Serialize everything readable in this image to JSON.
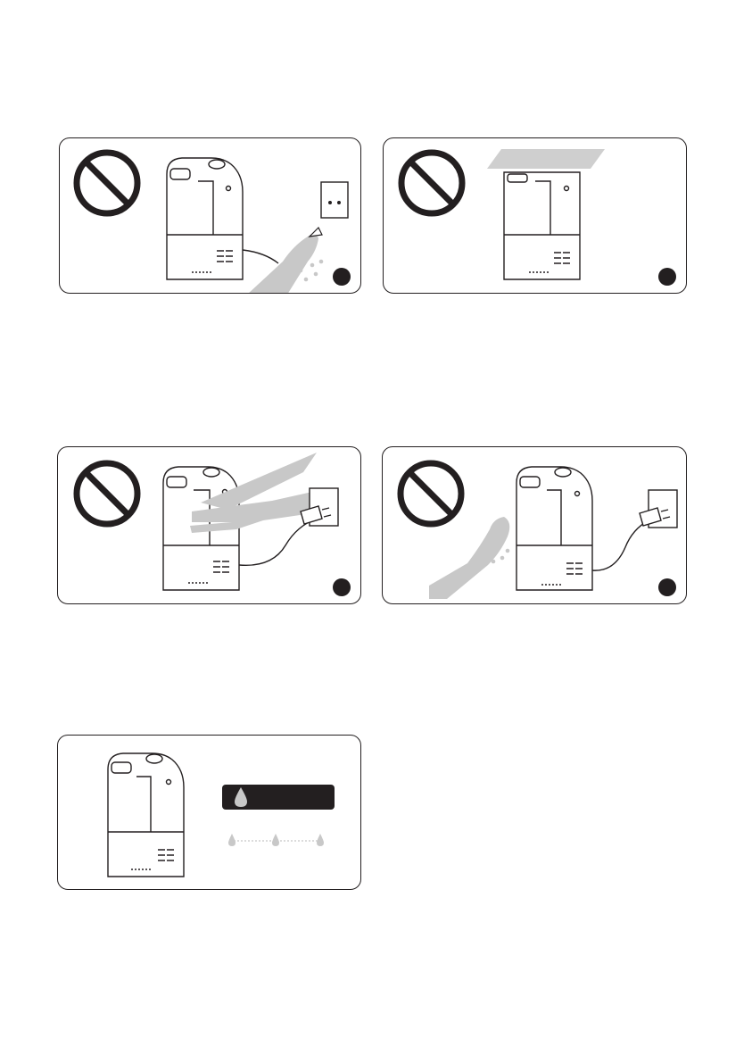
{
  "colors": {
    "line": "#231f20",
    "hand_gray": "#c8c8c8",
    "lid_gray": "#cfcfcf",
    "badge_dark": "#231f20",
    "paper": "#ffffff"
  },
  "panels": [
    {
      "id": "p1",
      "warning": "do-not-unplug-with-wet-hands",
      "icons": [
        "prohibition-icon",
        "humidifier-illustration",
        "wall-outlet-icon",
        "wet-hand-illustration",
        "step-marker"
      ]
    },
    {
      "id": "p2",
      "warning": "do-not-cover-the-unit",
      "icons": [
        "prohibition-icon",
        "humidifier-illustration",
        "cover-board-illustration",
        "step-marker"
      ]
    },
    {
      "id": "p3",
      "warning": "do-not-touch-while-plugged-in",
      "icons": [
        "prohibition-icon",
        "humidifier-illustration",
        "reaching-arm-illustration",
        "plugged-outlet-icon",
        "step-marker"
      ]
    },
    {
      "id": "p4",
      "warning": "do-not-clean-with-wet-cloth-while-plugged",
      "icons": [
        "prohibition-icon",
        "humidifier-illustration",
        "hand-with-wet-cloth-illustration",
        "plugged-outlet-icon",
        "step-marker"
      ]
    },
    {
      "id": "p5",
      "info": "low-water-indicator",
      "icons": [
        "humidifier-illustration",
        "water-drop-badge-icon",
        "drip-sequence-icon"
      ]
    }
  ]
}
